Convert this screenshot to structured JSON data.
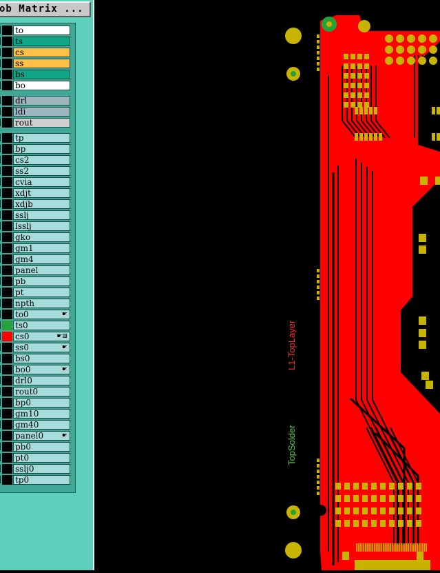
{
  "matrix_button": {
    "label": "ob Matrix ..."
  },
  "colors": {
    "panel_bg": "#5ecfbb",
    "row_default": "#a8dcdc",
    "copper": "#ff0000",
    "pad": "#c8b400",
    "trace": "#000000",
    "silk_top_layer": "#ff2a2a",
    "silk_top_solder": "#4fd040"
  },
  "layers_signal": [
    {
      "name": "to",
      "color": "#ffffff"
    },
    {
      "name": "ts",
      "color": "#0fa585"
    },
    {
      "name": "cs",
      "color": "#ffbf48"
    },
    {
      "name": "ss",
      "color": "#ffbf48"
    },
    {
      "name": "bs",
      "color": "#0fa585"
    },
    {
      "name": "bo",
      "color": "#ffffff"
    }
  ],
  "layers_drill": [
    {
      "name": "drl",
      "color": "#9fb5c0"
    },
    {
      "name": "ldi",
      "color": "#9fb5c0"
    },
    {
      "name": "rout",
      "color": "#cfcfcf"
    }
  ],
  "layers_misc": [
    {
      "name": "tp"
    },
    {
      "name": "bp"
    },
    {
      "name": "cs2"
    },
    {
      "name": "ss2"
    },
    {
      "name": "cvia"
    },
    {
      "name": "xdjt"
    },
    {
      "name": "xdjb"
    },
    {
      "name": "sslj"
    },
    {
      "name": "lsslj"
    },
    {
      "name": "gko"
    },
    {
      "name": "gm1"
    },
    {
      "name": "gm4"
    },
    {
      "name": "panel"
    },
    {
      "name": "pb"
    },
    {
      "name": "pt"
    },
    {
      "name": "npth"
    },
    {
      "name": "to0",
      "icon": "hand-icon"
    },
    {
      "name": "ts0",
      "swatch": "#27a23a"
    },
    {
      "name": "cs0",
      "swatch": "#ff0000",
      "icon": "hand-icon",
      "extra_icon": "grid-icon",
      "active": true
    },
    {
      "name": "ss0",
      "icon": "hand-icon"
    },
    {
      "name": "bs0"
    },
    {
      "name": "bo0",
      "icon": "hand-icon"
    },
    {
      "name": "drl0"
    },
    {
      "name": "rout0"
    },
    {
      "name": "bp0"
    },
    {
      "name": "gm10"
    },
    {
      "name": "gm40"
    },
    {
      "name": "panel0",
      "icon": "hand-icon"
    },
    {
      "name": "pb0"
    },
    {
      "name": "pt0"
    },
    {
      "name": "sslj0"
    },
    {
      "name": "tp0"
    }
  ],
  "silkscreen": {
    "top_layer": "L1-TopLayer",
    "top_solder": "TopSolder"
  }
}
